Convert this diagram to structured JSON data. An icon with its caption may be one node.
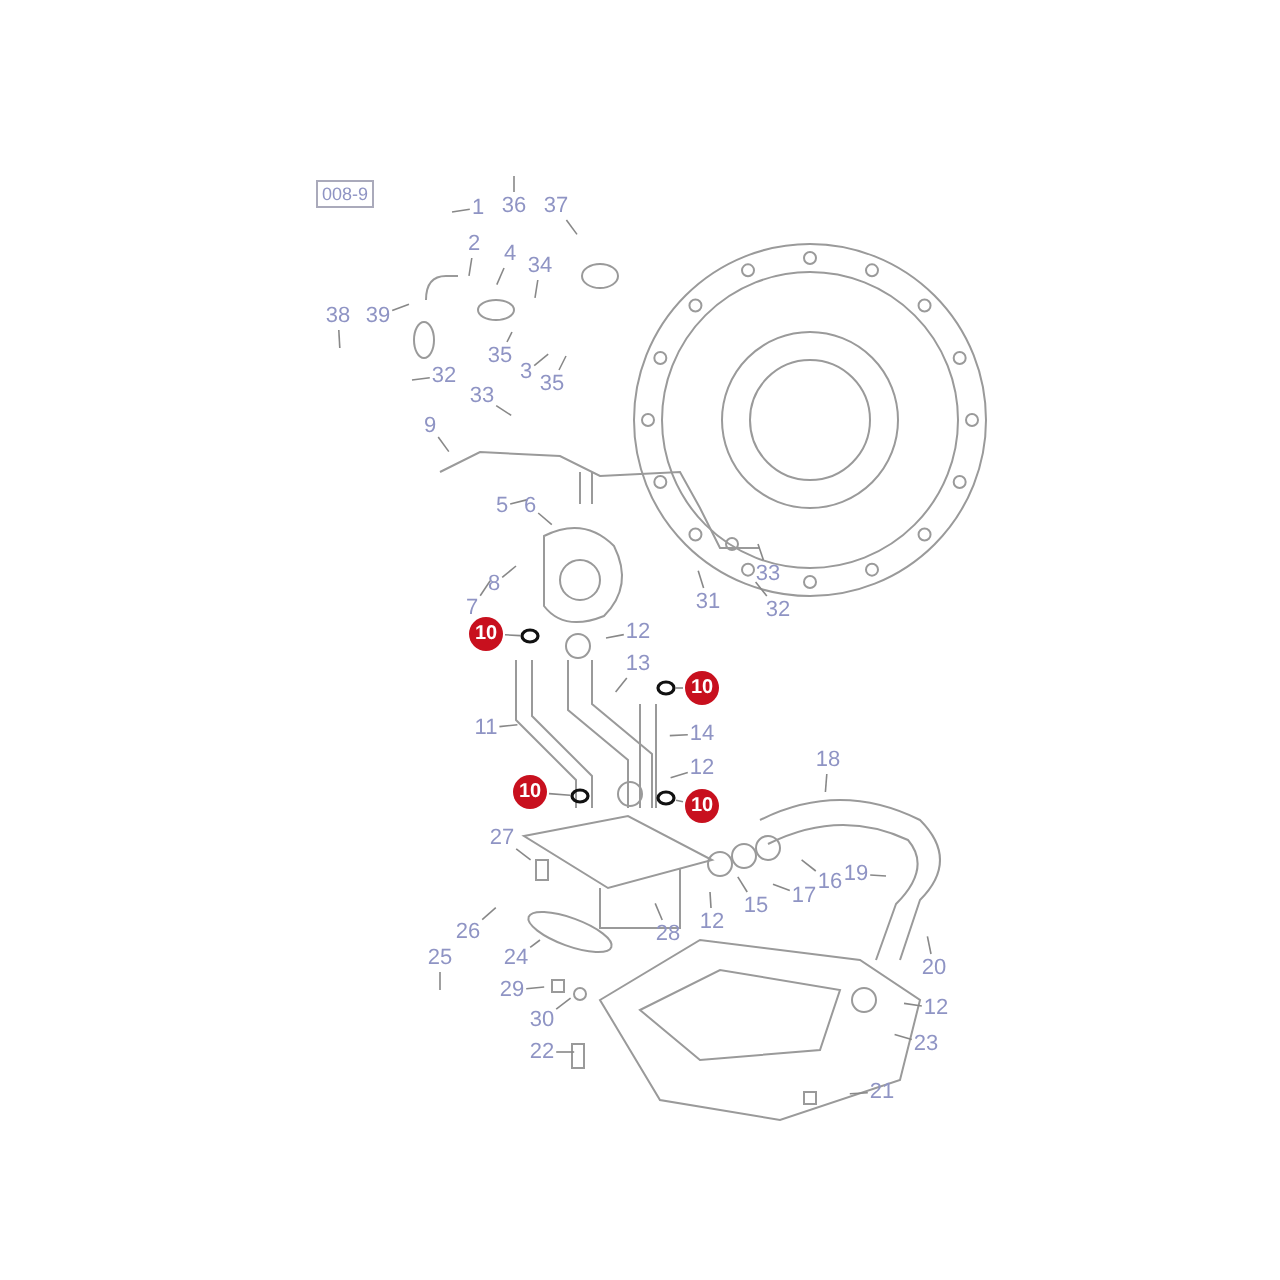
{
  "diagram": {
    "nodes": [
      {
        "text": [
          "1"
        ]
      },
      {
        "text": [
          "36"
        ]
      },
      {
        "text": [
          "37"
        ]
      },
      {
        "text": [
          "2"
        ]
      },
      {
        "text": [
          "4"
        ]
      },
      {
        "text": [
          "34"
        ]
      },
      {
        "text": [
          "38"
        ]
      },
      {
        "text": [
          "39"
        ]
      },
      {
        "text": [
          "35"
        ]
      },
      {
        "text": [
          "3"
        ]
      },
      {
        "text": [
          "35"
        ]
      },
      {
        "text": [
          "32"
        ]
      },
      {
        "text": [
          "33"
        ]
      },
      {
        "text": [
          "9"
        ]
      },
      {
        "text": [
          "5"
        ]
      },
      {
        "text": [
          "6"
        ]
      },
      {
        "text": [
          "8"
        ]
      },
      {
        "text": [
          "7"
        ]
      },
      {
        "text": [
          "31"
        ]
      },
      {
        "text": [
          "33"
        ]
      },
      {
        "text": [
          "32"
        ]
      },
      {
        "text": [
          "10"
        ]
      },
      {
        "text": [
          "12"
        ]
      },
      {
        "text": [
          "13"
        ]
      },
      {
        "text": [
          "10"
        ]
      },
      {
        "text": [
          "11"
        ]
      },
      {
        "text": [
          "14"
        ]
      },
      {
        "text": [
          "18"
        ]
      },
      {
        "text": [
          "12"
        ]
      },
      {
        "text": [
          "10"
        ]
      },
      {
        "text": [
          "10"
        ]
      },
      {
        "text": [
          "27"
        ]
      },
      {
        "text": [
          "16"
        ]
      },
      {
        "text": [
          "19"
        ]
      },
      {
        "text": [
          "17"
        ]
      },
      {
        "text": [
          "12"
        ]
      },
      {
        "text": [
          "15"
        ]
      },
      {
        "text": [
          "26"
        ]
      },
      {
        "text": [
          "28"
        ]
      },
      {
        "text": [
          "25"
        ]
      },
      {
        "text": [
          "24"
        ]
      },
      {
        "text": [
          "20"
        ]
      },
      {
        "text": [
          "29"
        ]
      },
      {
        "text": [
          "12"
        ]
      },
      {
        "text": [
          "30"
        ]
      },
      {
        "text": [
          "23"
        ]
      },
      {
        "text": [
          "22"
        ]
      },
      {
        "text": [
          "21"
        ]
      },
      {
        "text": [],
        "shape": "circle"
      },
      {
        "text": [],
        "shape": "circle"
      },
      {
        "text": [],
        "shape": "circle"
      },
      {
        "text": [],
        "shape": "circle"
      }
    ],
    "edges": [
      {
        "from": 0,
        "to": null,
        "arrow": "none"
      },
      {
        "from": 1,
        "to": null,
        "arrow": "none"
      },
      {
        "from": 2,
        "to": null,
        "arrow": "none"
      },
      {
        "from": 3,
        "to": null,
        "arrow": "none"
      },
      {
        "from": 4,
        "to": null,
        "arrow": "none"
      },
      {
        "from": 5,
        "to": null,
        "arrow": "none"
      },
      {
        "from": 6,
        "to": null,
        "arrow": "none"
      },
      {
        "from": 7,
        "to": null,
        "arrow": "none"
      },
      {
        "from": 8,
        "to": null,
        "arrow": "none"
      },
      {
        "from": 9,
        "to": null,
        "arrow": "none"
      },
      {
        "from": 10,
        "to": null,
        "arrow": "none"
      },
      {
        "from": 11,
        "to": null,
        "arrow": "none"
      },
      {
        "from": 12,
        "to": null,
        "arrow": "none"
      },
      {
        "from": 13,
        "to": null,
        "arrow": "none"
      },
      {
        "from": 14,
        "to": null,
        "arrow": "none"
      },
      {
        "from": 15,
        "to": null,
        "arrow": "none"
      },
      {
        "from": 16,
        "to": null,
        "arrow": "none"
      },
      {
        "from": 17,
        "to": null,
        "arrow": "none"
      },
      {
        "from": 18,
        "to": null,
        "arrow": "none"
      },
      {
        "from": 19,
        "to": null,
        "arrow": "none"
      },
      {
        "from": 20,
        "to": null,
        "arrow": "none"
      },
      {
        "from": 21,
        "to": 48,
        "arrow": "none"
      },
      {
        "from": 22,
        "to": null,
        "arrow": "none"
      },
      {
        "from": 23,
        "to": null,
        "arrow": "none"
      },
      {
        "from": 24,
        "to": 49,
        "arrow": "none"
      },
      {
        "from": 25,
        "to": null,
        "arrow": "none"
      },
      {
        "from": 26,
        "to": null,
        "arrow": "none"
      },
      {
        "from": 27,
        "to": null,
        "arrow": "none"
      },
      {
        "from": 28,
        "to": null,
        "arrow": "none"
      },
      {
        "from": 29,
        "to": 50,
        "arrow": "none"
      },
      {
        "from": 30,
        "to": 51,
        "arrow": "none"
      },
      {
        "from": 31,
        "to": null,
        "arrow": "none"
      },
      {
        "from": 32,
        "to": null,
        "arrow": "none"
      },
      {
        "from": 33,
        "to": null,
        "arrow": "none"
      },
      {
        "from": 34,
        "to": null,
        "arrow": "none"
      },
      {
        "from": 35,
        "to": null,
        "arrow": "none"
      },
      {
        "from": 36,
        "to": null,
        "arrow": "none"
      },
      {
        "from": 37,
        "to": null,
        "arrow": "none"
      },
      {
        "from": 38,
        "to": null,
        "arrow": "none"
      },
      {
        "from": 39,
        "to": null,
        "arrow": "none"
      },
      {
        "from": 40,
        "to": null,
        "arrow": "none"
      },
      {
        "from": 41,
        "to": null,
        "arrow": "none"
      },
      {
        "from": 42,
        "to": null,
        "arrow": "none"
      },
      {
        "from": 43,
        "to": null,
        "arrow": "none"
      },
      {
        "from": 44,
        "to": null,
        "arrow": "none"
      },
      {
        "from": 45,
        "to": null,
        "arrow": "none"
      },
      {
        "from": 46,
        "to": null,
        "arrow": "none"
      },
      {
        "from": 47,
        "to": null,
        "arrow": "none"
      }
    ],
    "labels": [
      "008-9"
    ]
  }
}
